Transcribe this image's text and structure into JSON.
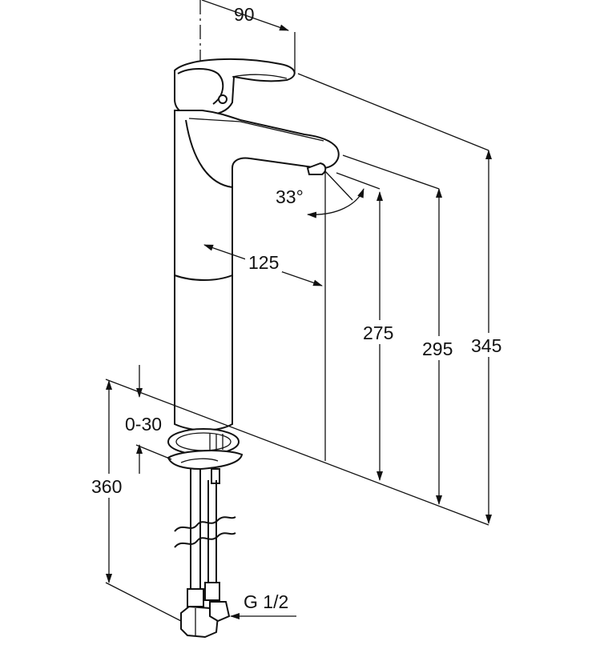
{
  "drawing": {
    "dimensions": {
      "top_width": "90",
      "spout_angle": "33°",
      "spout_reach": "125",
      "spout_height": "275",
      "aerator_height": "295",
      "total_height": "345",
      "deck_thickness": "0-30",
      "hose_length": "360",
      "connection_thread": "G 1/2"
    }
  }
}
